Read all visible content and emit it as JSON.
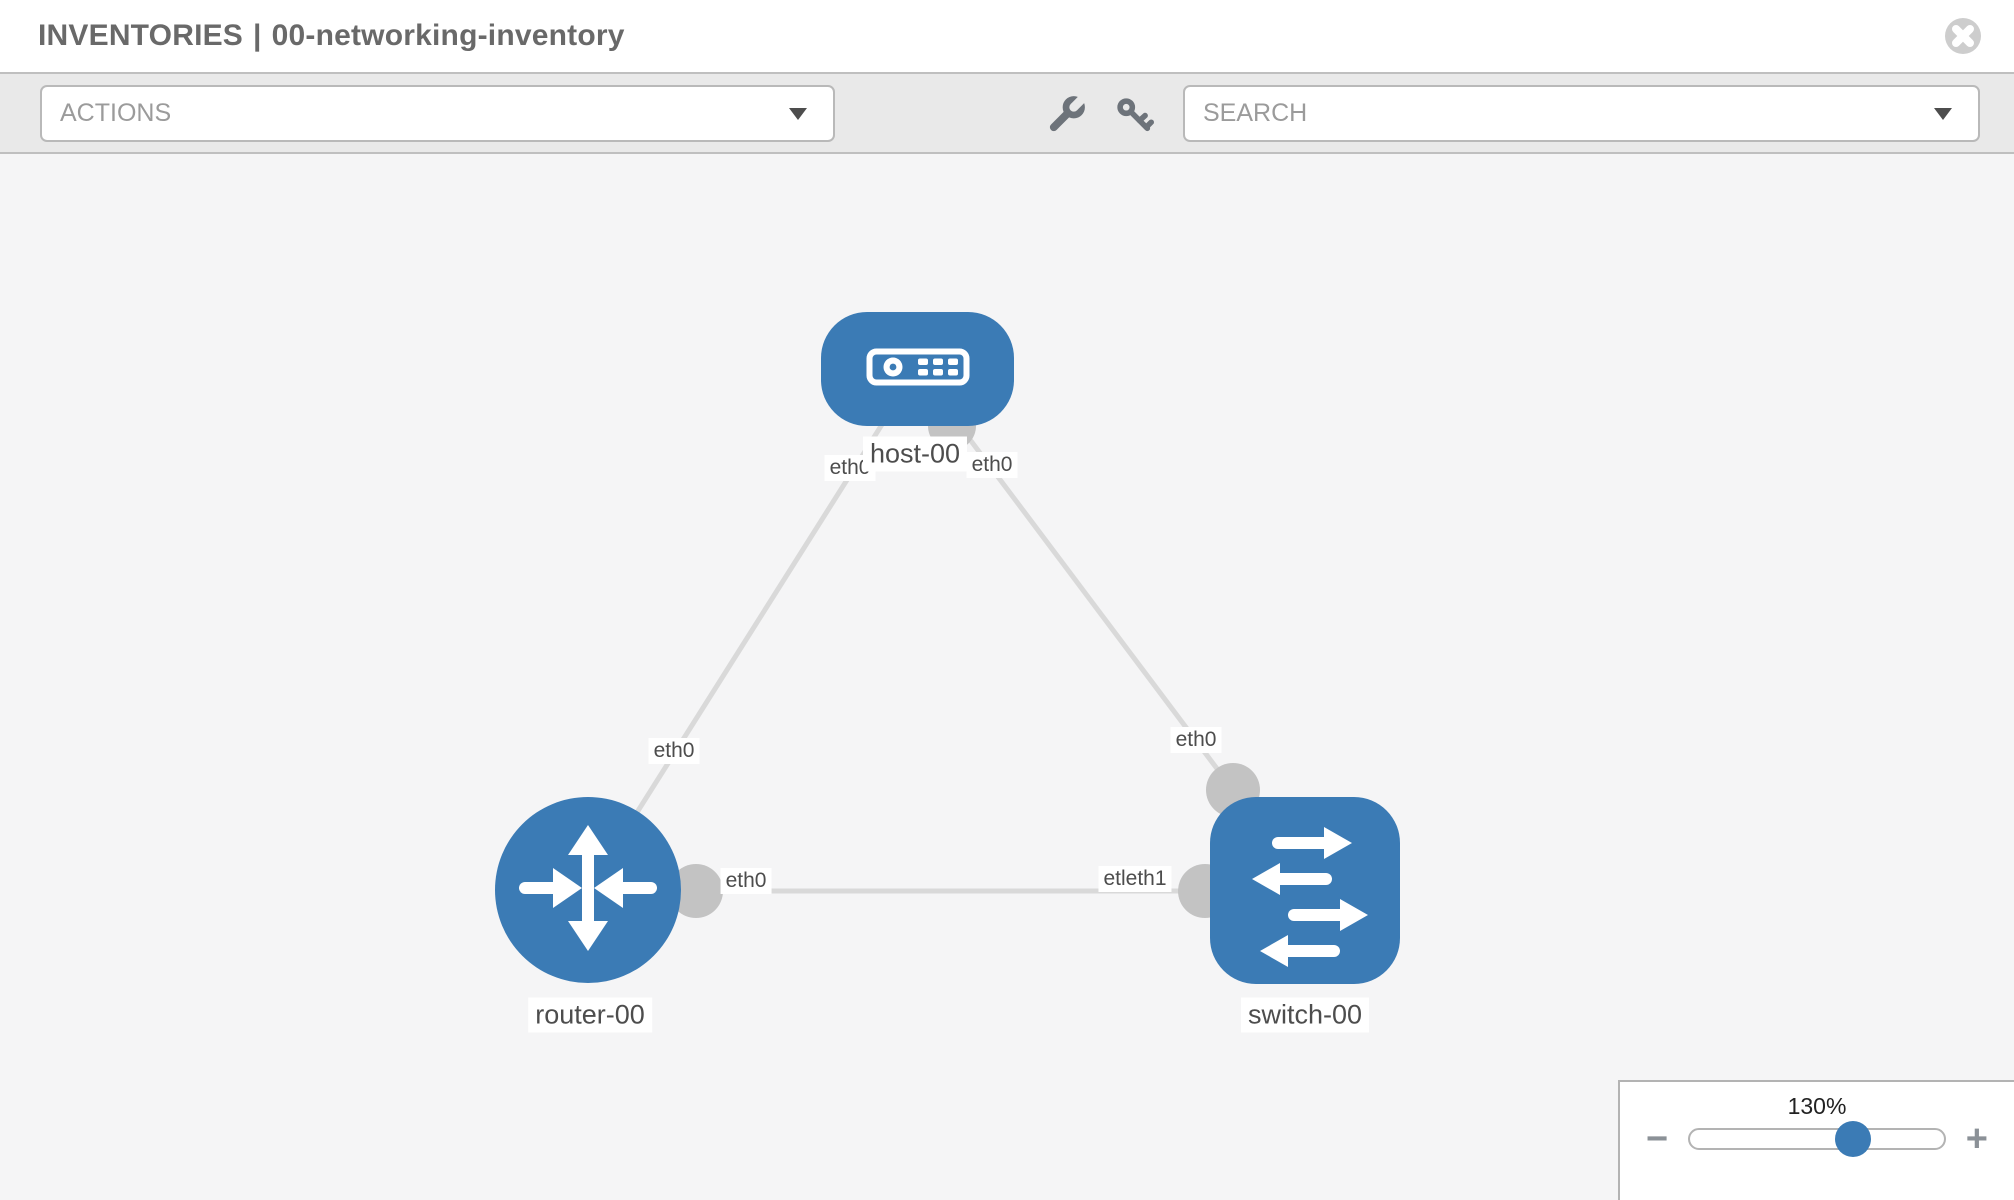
{
  "header": {
    "title_section": "INVENTORIES",
    "title_separator": "|",
    "title_item": "00-networking-inventory"
  },
  "toolbar": {
    "actions_label": "ACTIONS",
    "search_label": "SEARCH"
  },
  "icons": {
    "close": "times-circle",
    "tool_left": "wrench",
    "tool_right": "key",
    "dropdown_caret": "caret-down"
  },
  "graph": {
    "nodes": [
      {
        "id": "host-00",
        "label": "host-00",
        "type": "host",
        "shape": "rounded-rect",
        "icon": "appliance-front-panel"
      },
      {
        "id": "router-00",
        "label": "router-00",
        "type": "router",
        "shape": "circle",
        "icon": "router-arrows"
      },
      {
        "id": "switch-00",
        "label": "switch-00",
        "type": "switch",
        "shape": "rounded-square",
        "icon": "switch-arrows"
      }
    ],
    "edges": [
      {
        "from": "host-00",
        "to": "router-00"
      },
      {
        "from": "host-00",
        "to": "switch-00"
      },
      {
        "from": "router-00",
        "to": "switch-00"
      }
    ],
    "interface_labels": [
      {
        "text": "eth0",
        "edge": "host-00 to router-00",
        "near": "host-00"
      },
      {
        "text": "eth0",
        "edge": "host-00 to switch-00",
        "near": "host-00"
      },
      {
        "text": "eth0",
        "edge": "host-00 to router-00",
        "near": "router-00"
      },
      {
        "text": "eth0",
        "edge": "host-00 to switch-00",
        "near": "switch-00"
      },
      {
        "text": "eth0",
        "edge": "router-00 to switch-00",
        "near": "router-00"
      },
      {
        "text": "etleth1",
        "edge": "router-00 to switch-00",
        "near": "switch-00"
      }
    ]
  },
  "zoom_panel": {
    "level": "130%",
    "minus": "−",
    "plus": "+"
  },
  "colors": {
    "node_blue": "#3b7bb5",
    "edge_gray": "#d9d9d9",
    "endpoint_gray": "#c3c3c3",
    "toolbar_bg": "#e9e9e9",
    "canvas_bg": "#f5f5f6",
    "title_gray": "#696969"
  }
}
